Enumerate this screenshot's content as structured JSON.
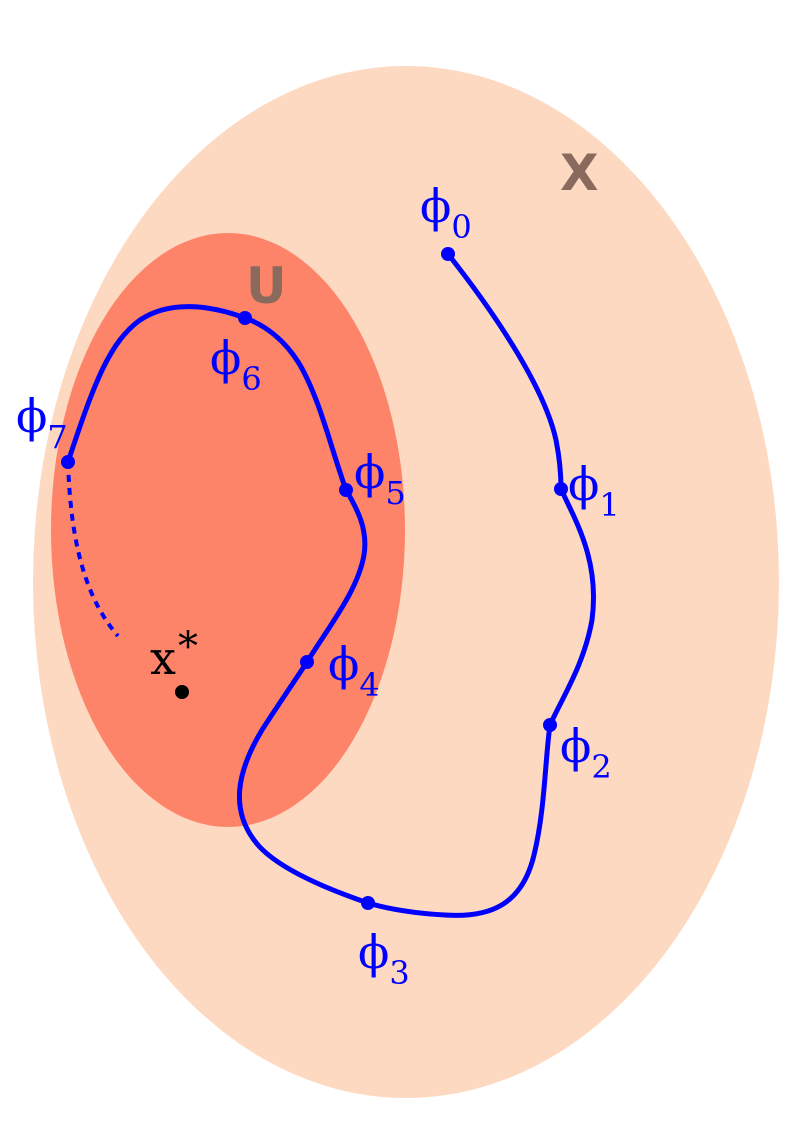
{
  "sets": {
    "outer": {
      "label": "X",
      "fill": "#fdd9c1",
      "label_color": "#8a6a5c"
    },
    "inner": {
      "label": "U",
      "fill": "#fd8469",
      "label_color": "#8a5544"
    }
  },
  "path_color": "#0000ff",
  "point_color": "#000000",
  "sequence": [
    {
      "symbol": "ϕ",
      "subscript": "0"
    },
    {
      "symbol": "ϕ",
      "subscript": "1"
    },
    {
      "symbol": "ϕ",
      "subscript": "2"
    },
    {
      "symbol": "ϕ",
      "subscript": "3"
    },
    {
      "symbol": "ϕ",
      "subscript": "4"
    },
    {
      "symbol": "ϕ",
      "subscript": "5"
    },
    {
      "symbol": "ϕ",
      "subscript": "6"
    },
    {
      "symbol": "ϕ",
      "subscript": "7"
    }
  ],
  "target": {
    "base": "x",
    "superscript": "*"
  }
}
